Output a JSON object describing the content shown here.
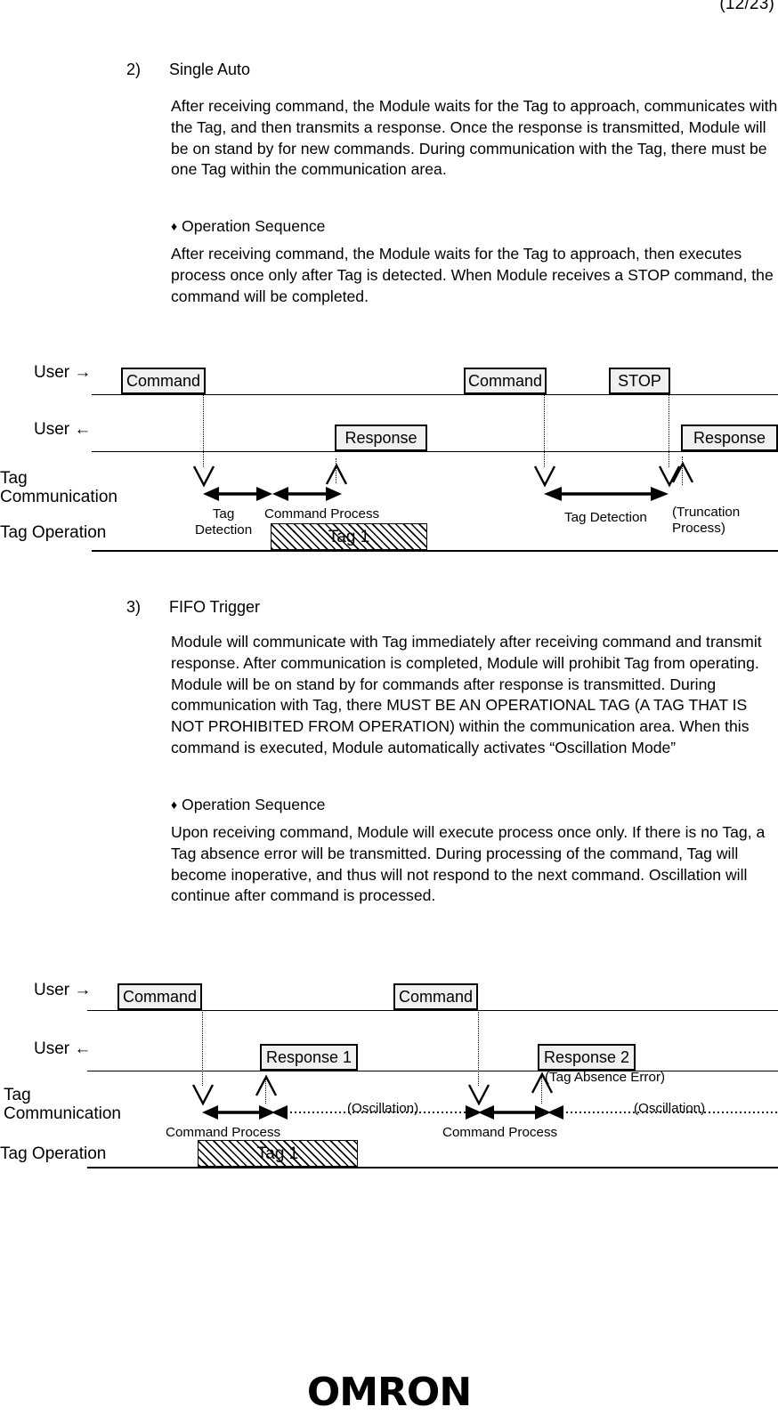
{
  "header": {
    "page_number": "(12/23)"
  },
  "sections": [
    {
      "number": "2)",
      "title": "Single Auto",
      "body": "After receiving command, the Module waits for the Tag to approach, communicates with the Tag, and then transmits a response. Once the response is transmitted, Module will be on stand by for new commands. During communication with the Tag, there must be one Tag within the communication area.",
      "bullet_marker": "♦",
      "bullet_title": "Operation Sequence",
      "bullet_body": "After receiving command, the Module waits for the Tag to approach, then executes process once only after Tag is detected. When Module receives a STOP command, the command will be completed."
    },
    {
      "number": "3)",
      "title": "FIFO Trigger",
      "body": "Module will communicate with Tag immediately after receiving command and transmit response. After communication is completed, Module will prohibit Tag from operating. Module will be on stand by for commands after response is transmitted. During communication with Tag, there MUST BE AN OPERATIONAL TAG (A TAG THAT IS NOT PROHIBITED FROM OPERATION) within the communication area. When this command is executed, Module automatically activates “Oscillation Mode”",
      "bullet_marker": "♦",
      "bullet_title": "Operation Sequence",
      "bullet_body": "Upon receiving command, Module will execute process once only. If there is no Tag, a Tag absence error will be transmitted. During processing of the command, Tag will become inoperative, and thus will not respond to the next command. Oscillation will continue after command is processed."
    }
  ],
  "diagram1": {
    "row_labels": {
      "user_out": "User →",
      "user_in": "User ←",
      "tag_comm": "Tag\nCommunication",
      "tag_op": "Tag Operation"
    },
    "boxes": [
      {
        "label": "Command",
        "row": "user_out"
      },
      {
        "label": "Command",
        "row": "user_out"
      },
      {
        "label": "STOP",
        "row": "user_out"
      },
      {
        "label": "Response",
        "row": "user_in"
      },
      {
        "label": "Response",
        "row": "user_in"
      }
    ],
    "captions": {
      "tag_detection_1": "Tag\nDetection",
      "command_process": "Command Process",
      "tag_detection_2": "Tag Detection",
      "truncation": "(Truncation\nProcess)"
    },
    "tag_block": "Tag 1"
  },
  "diagram2": {
    "row_labels": {
      "user_out": "User →",
      "user_in": "User ←",
      "tag_comm": "Tag\nCommunication",
      "tag_op": "Tag Operation"
    },
    "boxes": [
      {
        "label": "Command",
        "row": "user_out"
      },
      {
        "label": "Command",
        "row": "user_out"
      },
      {
        "label": "Response 1",
        "row": "user_in"
      },
      {
        "label": "Response 2",
        "row": "user_in"
      }
    ],
    "captions": {
      "command_process_1": "Command Process",
      "command_process_2": "Command Process",
      "oscillation_1": "(Oscillation)",
      "oscillation_2": "(Oscillation)",
      "tag_absence_error": "(Tag Absence Error)"
    },
    "tag_block": "Tag 1"
  },
  "footer": {
    "logo_text": "OMRON"
  }
}
